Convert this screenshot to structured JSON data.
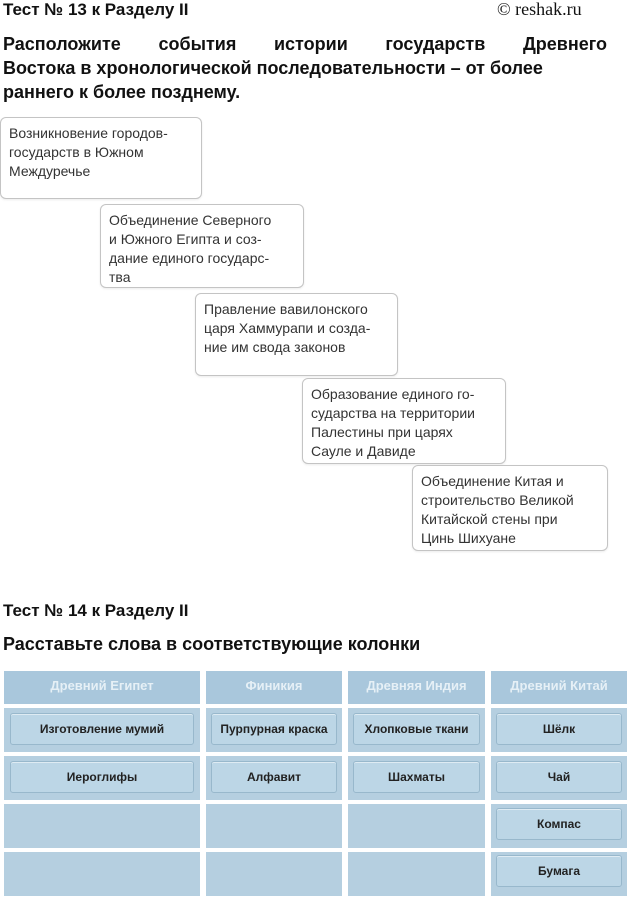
{
  "test13": {
    "title": "Тест № 13 к Разделу II",
    "watermark": "© reshak.ru",
    "instruction_lines": [
      "Расположите события истории государств Древнего",
      "Востока в хронологической последовательности – от более",
      "раннего к более позднему."
    ],
    "events": [
      [
        "Возникновение городов-",
        "государств в Южном",
        "Междуречье"
      ],
      [
        "Объединение Северного",
        "и Южного Египта и соз-",
        "дание единого государс-",
        "тва"
      ],
      [
        "Правление вавилонского",
        "царя Хаммурапи и созда-",
        "ние им свода законов"
      ],
      [
        "Образование единого го-",
        "сударства на территории",
        "Палестины при царях",
        "Сауле и Давиде"
      ],
      [
        "Объединение Китая и",
        "строительство Великой",
        "Китайской стены при",
        "Цинь Шихуане"
      ]
    ]
  },
  "test14": {
    "title": "Тест № 14 к Разделу II",
    "instruction": "Расставьте слова в соответствующие колонки",
    "columns": [
      {
        "header": "Древний Египет",
        "items": [
          "Изготовление мумий",
          "Иероглифы"
        ]
      },
      {
        "header": "Финикия",
        "items": [
          "Пурпурная краска",
          "Алфавит"
        ]
      },
      {
        "header": "Древняя Индия",
        "items": [
          "Хлопковые ткани",
          "Шахматы"
        ]
      },
      {
        "header": "Древний Китай",
        "items": [
          "Шёлк",
          "Чай",
          "Компас",
          "Бумага"
        ]
      }
    ]
  }
}
